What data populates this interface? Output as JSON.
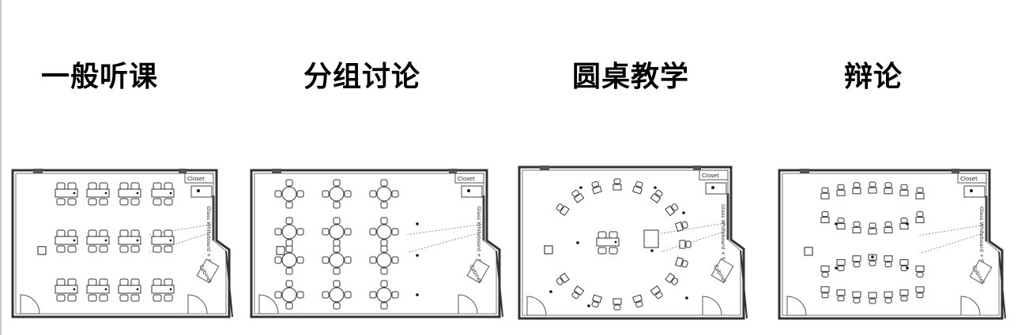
{
  "titles": [
    "一般听课",
    "分组讨论",
    "圆桌教学",
    "辩论"
  ],
  "plans": [
    {
      "layout": "lecture",
      "labels": {
        "closet": "Closet",
        "whiteboard": "Glass Whiteboard + Screen",
        "cabinet": "Cabinet"
      }
    },
    {
      "layout": "group",
      "labels": {
        "closet": "Closet",
        "whiteboard": "Glass Whiteboard + Screen",
        "cabinet": "Cabinet"
      }
    },
    {
      "layout": "roundtable",
      "labels": {
        "closet": "Closet",
        "whiteboard": "Glass Whiteboard + Screen",
        "cabinet": "Cabinet"
      }
    },
    {
      "layout": "debate",
      "labels": {
        "closet": "Closet",
        "whiteboard": "Glass Whiteboard + Screen",
        "cabinet": "Cabinet"
      }
    }
  ]
}
